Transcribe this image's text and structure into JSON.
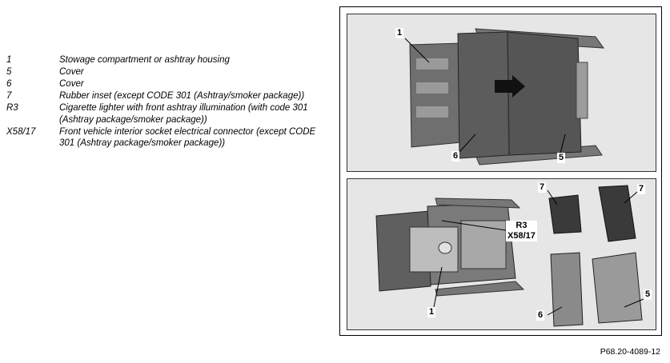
{
  "legend": [
    {
      "key": "1",
      "text": "Stowage compartment or ashtray housing"
    },
    {
      "key": "5",
      "text": "Cover"
    },
    {
      "key": "6",
      "text": "Cover"
    },
    {
      "key": "7",
      "text": "Rubber inset (except CODE 301 (Ashtray/smoker package))"
    },
    {
      "key": "R3",
      "text": "Cigarette lighter with front ashtray illumination (with code 301 (Ashtray package/smoker package))"
    },
    {
      "key": "X58/17",
      "text": "Front vehicle interior socket electrical connector (except CODE 301 (Ashtray package/smoker package))"
    }
  ],
  "top_photo": {
    "callouts": {
      "c1": "1",
      "c6": "6",
      "c5": "5"
    }
  },
  "bottom_photo": {
    "callouts": {
      "c7a": "7",
      "c7b": "7",
      "r3": "R3",
      "x58": "X58/17",
      "c1": "1",
      "c6": "6",
      "c5": "5"
    }
  },
  "figure_code": "P68.20-4089-12",
  "colors": {
    "photo_bg": "#e6e6e6",
    "part_dark": "#555555",
    "part_mid": "#8a8a8a",
    "arrow": "#111111"
  }
}
